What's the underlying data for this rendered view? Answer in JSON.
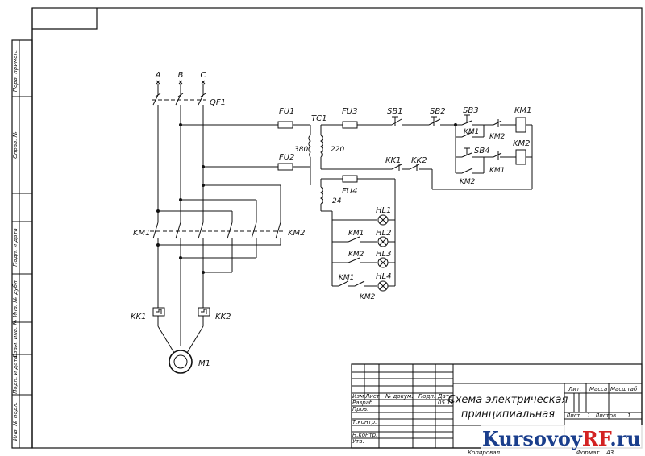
{
  "phases": [
    "A",
    "B",
    "C"
  ],
  "labels": {
    "qf1": "QF1",
    "fu1": "FU1",
    "fu2": "FU2",
    "fu3": "FU3",
    "fu4": "FU4",
    "tc1": "TC1",
    "v380": "380",
    "v220": "220",
    "v24": "24",
    "sb1": "SB1",
    "sb2": "SB2",
    "sb3": "SB3",
    "sb4": "SB4",
    "km1_coil": "KM1",
    "km2_coil": "KM2",
    "km1_c1": "KM1",
    "km2_c1": "KM2",
    "km1_c2": "KM1",
    "km2_c2": "KM2",
    "kk1_c": "KK1",
    "kk2_c": "KK2",
    "km1_main": "KM1",
    "km2_main": "KM2",
    "kk1": "KK1",
    "kk2": "KK2",
    "m1": "M1",
    "hl1": "HL1",
    "hl2": "HL2",
    "hl3": "HL3",
    "hl4": "HL4",
    "km1_l2": "KM1",
    "km2_l3": "KM2",
    "km1_l4": "KM1",
    "km2_l4": "KM2"
  },
  "side_stamp": {
    "perv_primen": "Перв. примен.",
    "sprav_no": "Справ. №",
    "podp_data1": "Подп. и дата",
    "inv_dubl": "Инв. № дубл.",
    "vzam_inv": "Взам. инв. №",
    "podp_data2": "Подп. и дата",
    "inv_podl": "Инв. № подл."
  },
  "title_block": {
    "title_line1": "Схема электрическая",
    "title_line2": "принципиальная",
    "col_izm": "Изм",
    "col_list": "Лист",
    "col_doc": "№ докум.",
    "col_podp": "Подп.",
    "col_data": "Дата",
    "date_val": "05.11",
    "razrab": "Разраб.",
    "prov": "Пров.",
    "tkontr": "Т.контр.",
    "nkontr": "Н.контр.",
    "utv": "Утв.",
    "lit": "Лит.",
    "massa": "Масса",
    "masshtab": "Масштаб",
    "list_label": "Лист",
    "list_val": "1",
    "listov_label": "Листов",
    "listov_val": "1",
    "kopiroval": "Копировал",
    "format_label": "Формат",
    "format_val": "A3"
  },
  "watermark": {
    "part1": "Kursovoy",
    "part2": "RF",
    "part3": ".ru"
  }
}
